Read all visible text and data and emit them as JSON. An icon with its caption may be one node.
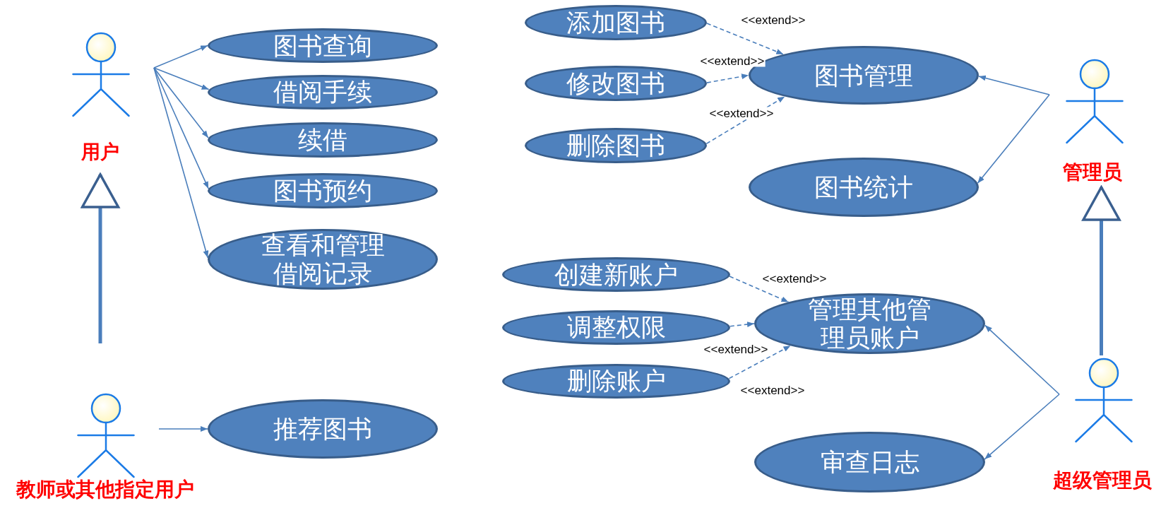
{
  "diagram": {
    "nodes": [
      {
        "text": [
          "用户"
        ]
      },
      {
        "text": [
          "图书查询"
        ]
      },
      {
        "text": [
          "借阅手续"
        ]
      },
      {
        "text": [
          "续借"
        ]
      },
      {
        "text": [
          "图书预约"
        ]
      },
      {
        "text": [
          "查看和管理借阅记录"
        ]
      },
      {
        "text": [
          "教师或其他指定用户"
        ]
      },
      {
        "text": [
          "推荐图书"
        ]
      },
      {
        "text": [
          "添加图书"
        ]
      },
      {
        "text": [
          "修改图书"
        ]
      },
      {
        "text": [
          "删除图书"
        ]
      },
      {
        "text": [
          "图书管理"
        ]
      },
      {
        "text": [
          "图书统计"
        ]
      },
      {
        "text": [
          "管理员"
        ]
      },
      {
        "text": [
          "创建新账户"
        ]
      },
      {
        "text": [
          "调整权限"
        ]
      },
      {
        "text": [
          "删除账户"
        ]
      },
      {
        "text": [
          "管理其他管理员账户"
        ]
      },
      {
        "text": [
          "审查日志"
        ]
      },
      {
        "text": [
          "超级管理员"
        ]
      }
    ],
    "edges": [
      {
        "from": 0,
        "to": 1,
        "arrow": "to"
      },
      {
        "from": 0,
        "to": 2,
        "arrow": "to"
      },
      {
        "from": 0,
        "to": 3,
        "arrow": "to"
      },
      {
        "from": 0,
        "to": 4,
        "arrow": "to"
      },
      {
        "from": 0,
        "to": 5,
        "arrow": "to"
      },
      {
        "from": 6,
        "to": 0,
        "arrow": "to",
        "style": "thick"
      },
      {
        "from": 6,
        "to": 7,
        "arrow": "to"
      },
      {
        "from": 8,
        "to": 11,
        "arrow": "to",
        "style": "dashed",
        "label": "<<extend>>"
      },
      {
        "from": 9,
        "to": 11,
        "arrow": "to",
        "style": "dashed",
        "label": "<<extend>>"
      },
      {
        "from": 10,
        "to": 11,
        "arrow": "to",
        "style": "dashed",
        "label": "<<extend>>"
      },
      {
        "from": 13,
        "to": 11,
        "arrow": "to"
      },
      {
        "from": 13,
        "to": 12,
        "arrow": "to"
      },
      {
        "from": 14,
        "to": 17,
        "arrow": "to",
        "style": "dashed",
        "label": "<<extend>>"
      },
      {
        "from": 15,
        "to": 17,
        "arrow": "to",
        "style": "dashed"
      },
      {
        "from": 16,
        "to": 17,
        "arrow": "to",
        "style": "dashed",
        "label": "<<extend>>"
      },
      {
        "from": 19,
        "to": 13,
        "arrow": "to",
        "style": "thick"
      },
      {
        "from": 19,
        "to": 17,
        "arrow": "to"
      },
      {
        "from": 19,
        "to": 18,
        "arrow": "to"
      }
    ],
    "labels": [
      "<<extend>>"
    ]
  }
}
